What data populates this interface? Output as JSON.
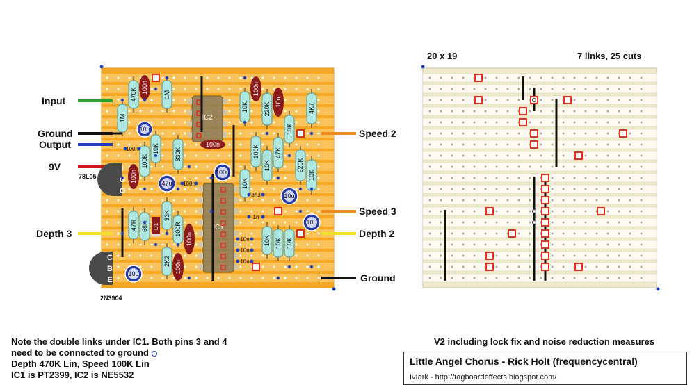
{
  "labels": {
    "input": "Input",
    "ground_left": "Ground",
    "output": "Output",
    "v9": "9V",
    "regulator": "78L05",
    "depth3": "Depth 3",
    "speed2": "Speed 2",
    "speed3": "Speed 3",
    "depth2": "Depth 2",
    "ground_right": "Ground",
    "transistor": "2N3904",
    "igo": [
      "I",
      "G",
      "O"
    ],
    "cbe": [
      "C",
      "B",
      "E"
    ]
  },
  "board": {
    "dimensions": "20 x 19",
    "links_cuts": "7 links, 25 cuts"
  },
  "components": {
    "r470k": "470K",
    "c100n_a": "100n",
    "r1m_a": "1M",
    "r1m_b": "1M",
    "c10u_a": "10u",
    "r100k_a": "100K",
    "r10k_a": "10K",
    "r330k": "330K",
    "c100n_b": "100n",
    "c100n_reg": "100n",
    "c47u": "47u",
    "c100n_c": "100n",
    "ic2": "IC2",
    "c100n_ic2": "100n",
    "c100u": "100u",
    "c100n_top": "100n",
    "c10n_top": "10n",
    "r10k_b": "10K",
    "r220k_a": "220K",
    "r4k7": "4K7",
    "r10k_c": "10K",
    "r100k_b": "100K",
    "r10k_d": "10K",
    "r47k": "47K",
    "r220k_b": "220K",
    "r10k_e": "10K",
    "r10k_f": "10K",
    "c10u_b": "10u",
    "c3n3": "3n3",
    "c1n": "1n",
    "ic1": "IC1",
    "r47r": "47R",
    "r68k": "68K",
    "d1": "D1",
    "r33k": "33K",
    "r100r": "100R",
    "c100n_d": "100n",
    "r2k2": "2K2",
    "c100n_e": "100n",
    "c10n_a": "10n",
    "c10n_b": "10n",
    "c10n_c": "10n",
    "r10k_g": "10K",
    "r10k_h": "10K",
    "r10k_i": "10K",
    "c10u_c": "10u",
    "c10u_d": "10u"
  },
  "notes": [
    "Note the double links under IC1.  Both pins 3 and 4",
    "need to be connected to ground",
    "Depth 470K Lin, Speed 100K Lin",
    "IC1 is PT2399, IC2 is NE5532"
  ],
  "version_note": "V2 including lock fix and noise reduction measures",
  "title": "Little Angel Chorus - Rick Holt (frequencycentral)",
  "credit": "IvIark - http://tagboardeffects.blogspot.com/",
  "colors": {
    "board": "#f5a623",
    "board_back": "#f0ebd0",
    "strip": "#fbd989",
    "resistor": "#aee6e0",
    "film_cap": "#8b1a1a",
    "electrolytic": "#2a3aa0",
    "ic": "#8a7a5a",
    "cut": "#e03020",
    "wire_green": "#2ca02c",
    "wire_black": "#111111",
    "wire_blue": "#1f3fbf",
    "wire_red": "#d01818",
    "wire_orange": "#f08a20",
    "wire_yellow": "#f2e02a"
  }
}
